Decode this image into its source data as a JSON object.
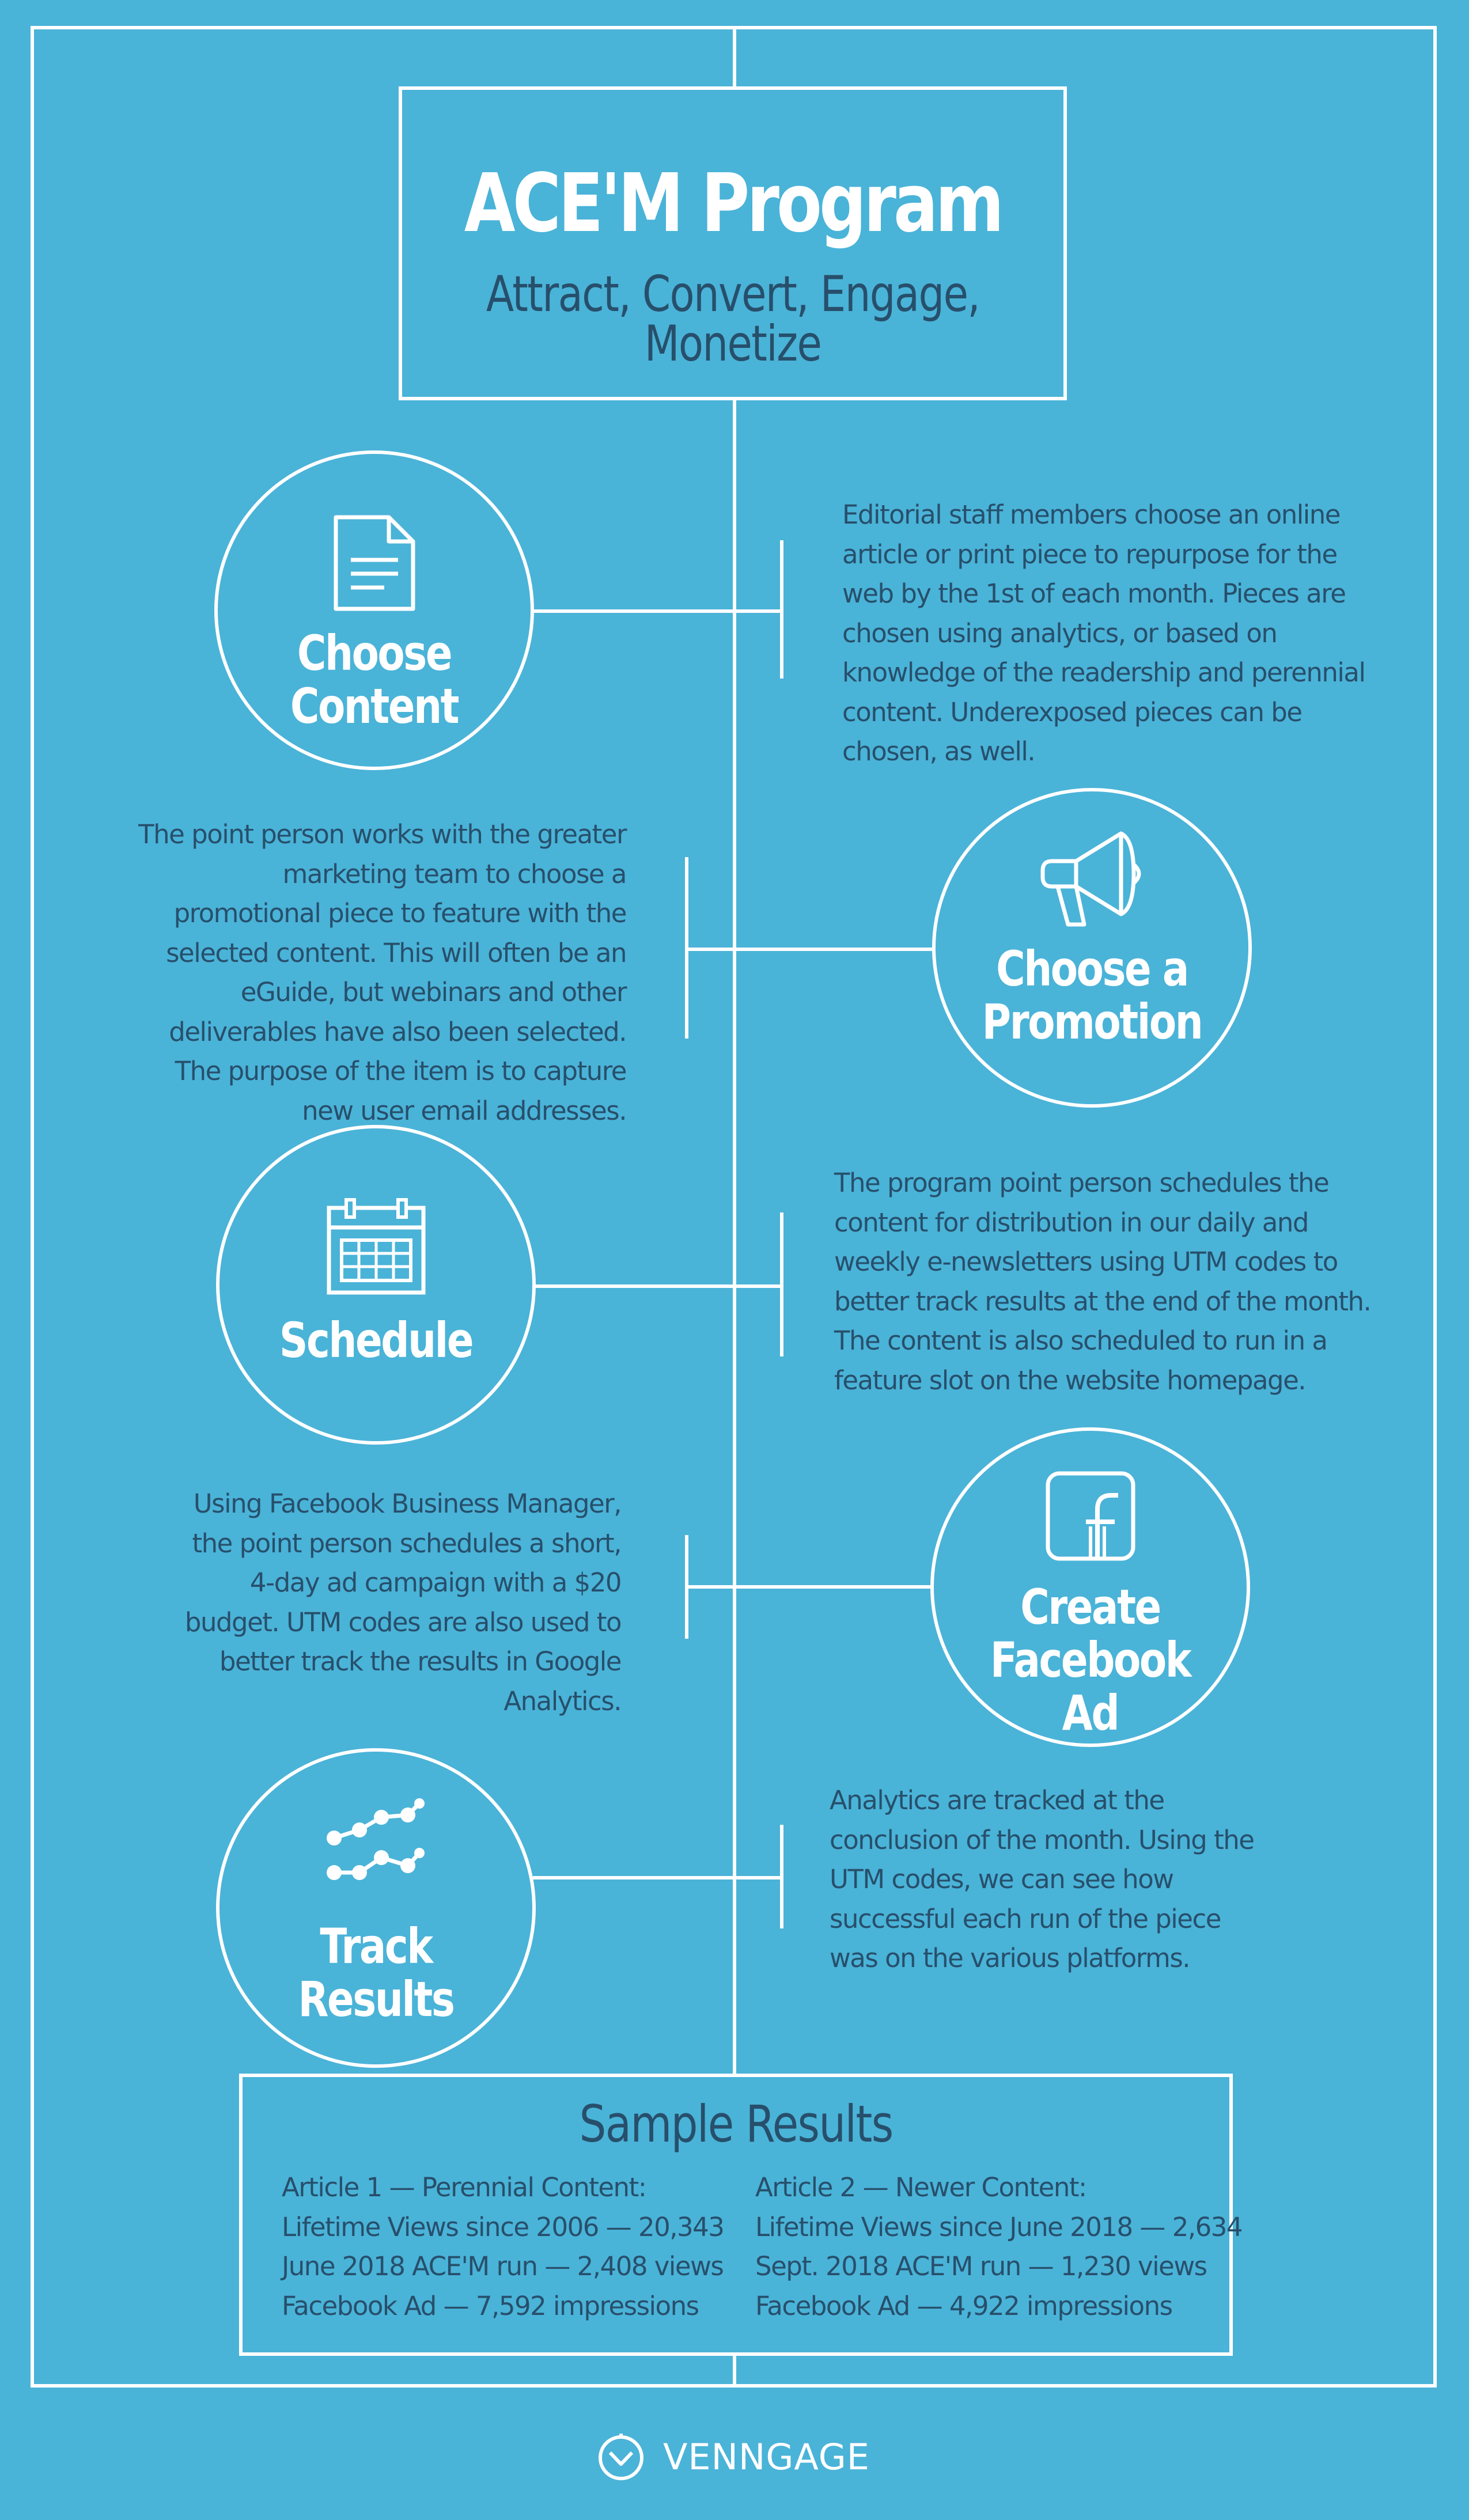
{
  "header": {
    "title": "ACE'M Program",
    "subtitle": "Attract, Convert, Engage, Monetize"
  },
  "steps": [
    {
      "label_lines": [
        "Choose Content"
      ],
      "icon": "document-icon",
      "description": "Editorial staff members choose an online article or print piece to repurpose for the web by the 1st of each month. Pieces are chosen using analytics, or based on knowledge of the readership and perennial content. Underexposed pieces can be chosen, as well."
    },
    {
      "label_lines": [
        "Choose a",
        "Promotion"
      ],
      "icon": "megaphone-icon",
      "description": "The point person works with the greater marketing team to choose a promotional piece to feature with the selected content. This will often be an eGuide, but webinars and other deliverables have also been selected. The purpose of the item is to capture new user email addresses."
    },
    {
      "label_lines": [
        "Schedule"
      ],
      "icon": "calendar-icon",
      "description": "The program point person schedules the content for distribution in our daily and weekly e-newsletters using UTM codes to better track results at the end of the month. The content is also scheduled to run in a feature slot on the website homepage."
    },
    {
      "label_lines": [
        "Create",
        "Facebook Ad"
      ],
      "icon": "facebook-icon",
      "description": "Using Facebook Business Manager, the point person schedules a short, 4-day ad campaign with a $20 budget. UTM codes are also used to better track the results in Google Analytics."
    },
    {
      "label_lines": [
        "Track Results"
      ],
      "icon": "line-chart-icon",
      "description": "Analytics are tracked at the conclusion of the month. Using the UTM codes, we can see how successful each run of the piece was on the various platforms."
    }
  ],
  "results": {
    "title": "Sample Results",
    "article1": [
      "Article 1 — Perennial Content:",
      "Lifetime Views since 2006 — 20,343",
      "June 2018 ACE'M run — 2,408 views",
      "Facebook Ad — 7,592 impressions"
    ],
    "article2": [
      "Article 2 — Newer Content:",
      "Lifetime Views since June 2018 — 2,634",
      "Sept. 2018 ACE'M run — 1,230 views",
      "Facebook Ad — 4,922 impressions"
    ]
  },
  "footer": {
    "brand": "VENNGAGE",
    "icon": "venngage-logo-icon"
  },
  "colors": {
    "background": "#4ab3d8",
    "line": "#ffffff",
    "text_dark": "#274f6b"
  }
}
